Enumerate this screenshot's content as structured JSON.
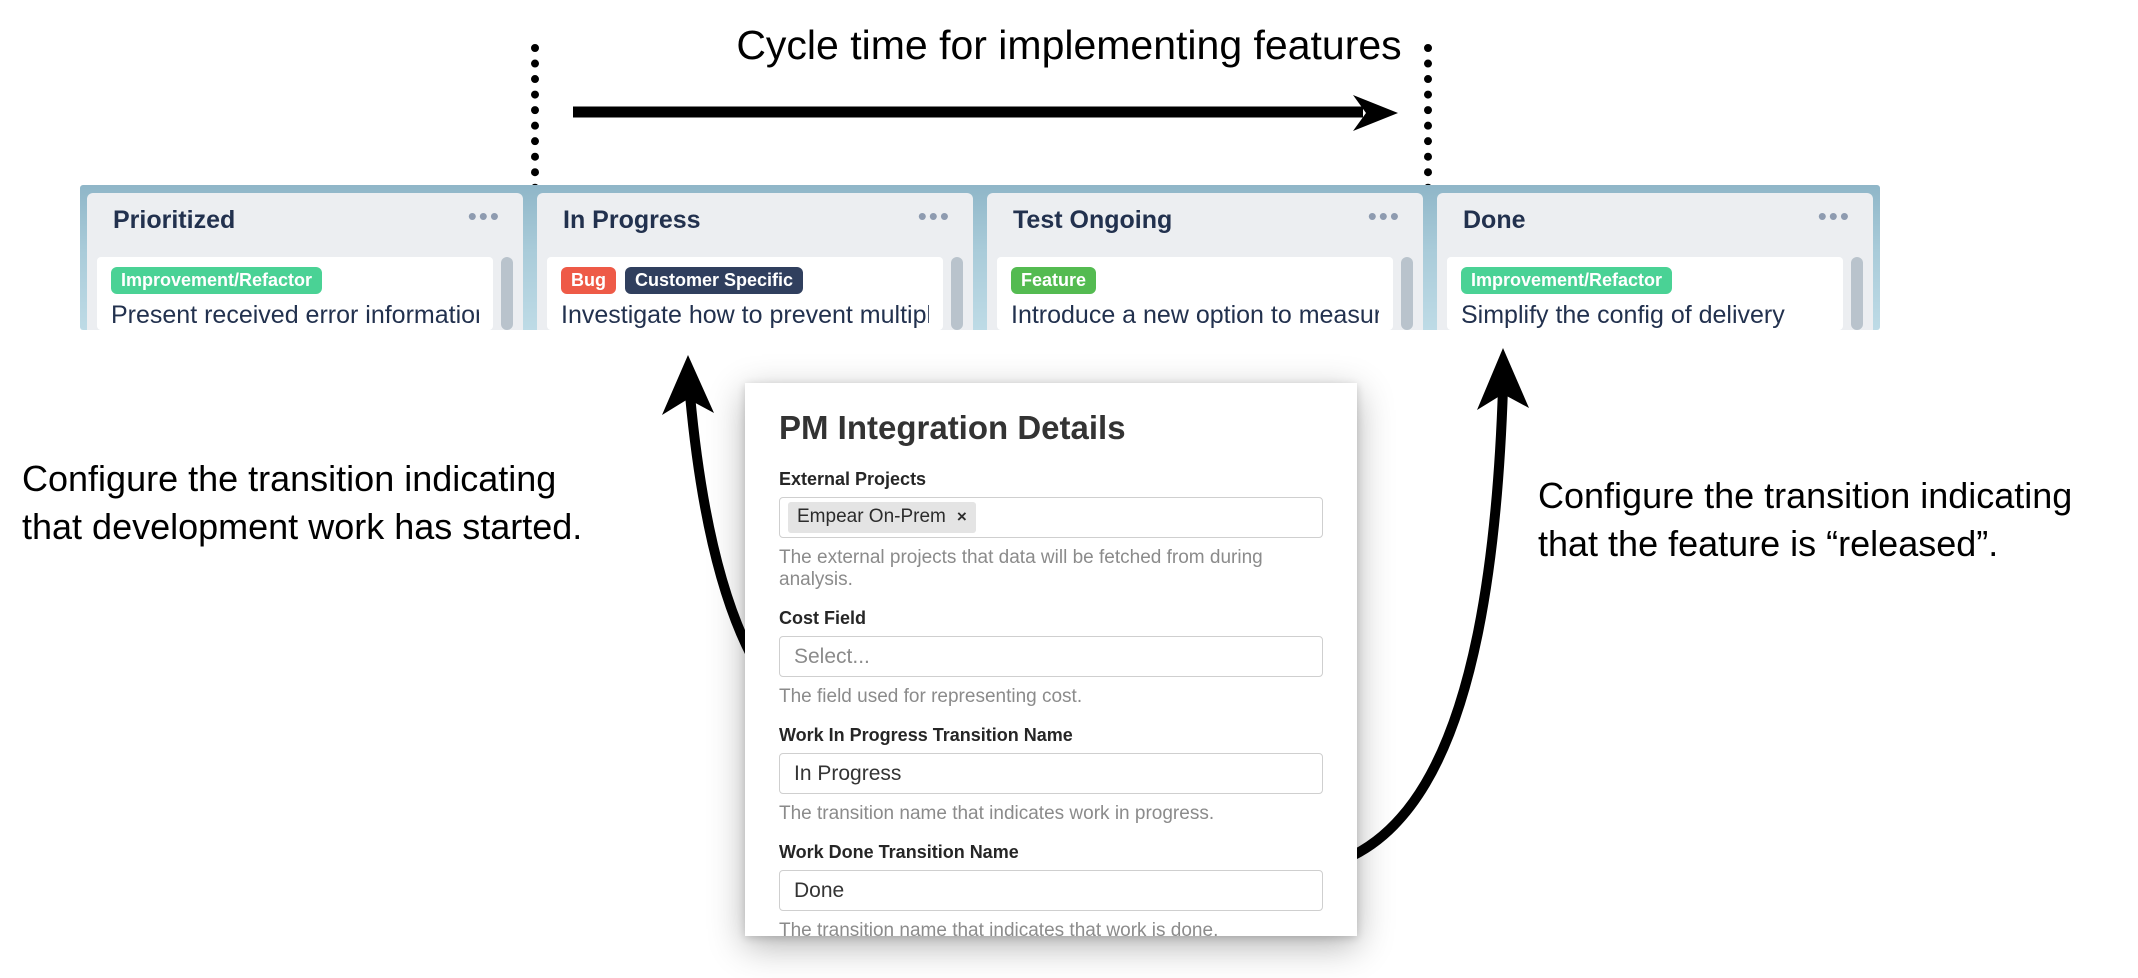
{
  "annotations": {
    "cycle_time_label": "Cycle time for implementing features",
    "left_note_line1": "Configure the transition indicating",
    "left_note_line2": "that development work has started.",
    "right_note_line1": "Configure the transition indicating",
    "right_note_line2": "that the feature is “released”."
  },
  "board": {
    "menu_icon": "•••",
    "columns": [
      {
        "title": "Prioritized",
        "card": {
          "tags": [
            {
              "label": "Improvement/Refactor",
              "color": "#4ad295"
            }
          ],
          "title": "Present received error information"
        }
      },
      {
        "title": "In Progress",
        "card": {
          "tags": [
            {
              "label": "Bug",
              "color": "#ee5a47"
            },
            {
              "label": "Customer Specific",
              "color": "#303f5e"
            }
          ],
          "title": "Investigate how to prevent multiple"
        }
      },
      {
        "title": "Test Ongoing",
        "card": {
          "tags": [
            {
              "label": "Feature",
              "color": "#54bb51"
            }
          ],
          "title": "Introduce a new option to measure"
        }
      },
      {
        "title": "Done",
        "card": {
          "tags": [
            {
              "label": "Improvement/Refactor",
              "color": "#4ad295"
            }
          ],
          "title": "Simplify the config of delivery"
        }
      }
    ]
  },
  "dialog": {
    "title": "PM Integration Details",
    "fields": [
      {
        "label": "External Projects",
        "chip": "Empear On-Prem",
        "chip_remove": "×",
        "help": "The external projects that data will be fetched from during analysis."
      },
      {
        "label": "Cost Field",
        "placeholder": "Select...",
        "help": "The field used for representing cost."
      },
      {
        "label": "Work In Progress Transition Name",
        "value": "In Progress",
        "help": "The transition name that indicates work in progress."
      },
      {
        "label": "Work Done Transition Name",
        "value": "Done",
        "help": "The transition name that indicates that work is done."
      }
    ]
  },
  "colors": {
    "board_bg_top": "#8fb6c8",
    "board_bg_bottom": "#bedbe6",
    "column_bg": "#eceef1",
    "card_title": "#22314e",
    "tag_green": "#4ad295",
    "tag_red": "#ee5a47",
    "tag_navy": "#303f5e",
    "tag_feature_green": "#54bb51"
  }
}
